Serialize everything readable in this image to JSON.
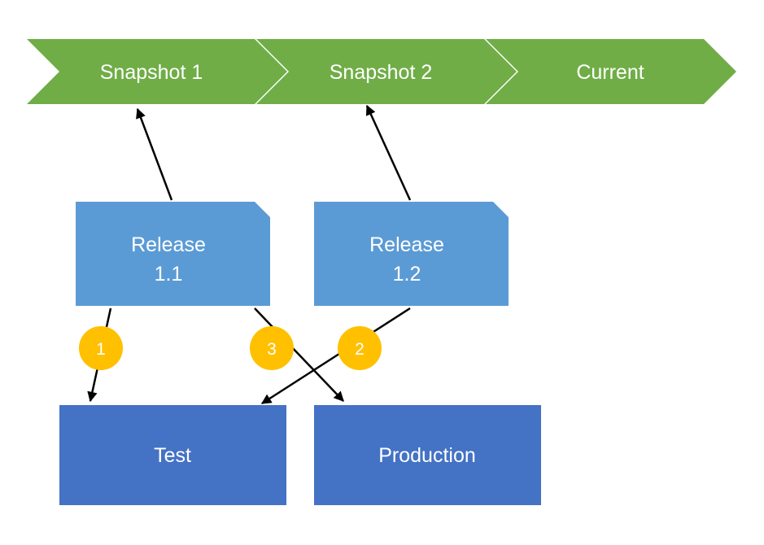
{
  "timeline": {
    "snapshot1": "Snapshot 1",
    "snapshot2": "Snapshot 2",
    "current": "Current"
  },
  "releases": {
    "r11": {
      "line1": "Release",
      "line2": "1.1"
    },
    "r12": {
      "line1": "Release",
      "line2": "1.2"
    }
  },
  "environments": {
    "test": "Test",
    "production": "Production"
  },
  "steps": {
    "step1": "1",
    "step2": "2",
    "step3": "3"
  },
  "colors": {
    "chevron": "#70ad47",
    "release": "#5b9bd5",
    "environment": "#4472c4",
    "badge": "#ffc000",
    "arrow": "#000000"
  }
}
